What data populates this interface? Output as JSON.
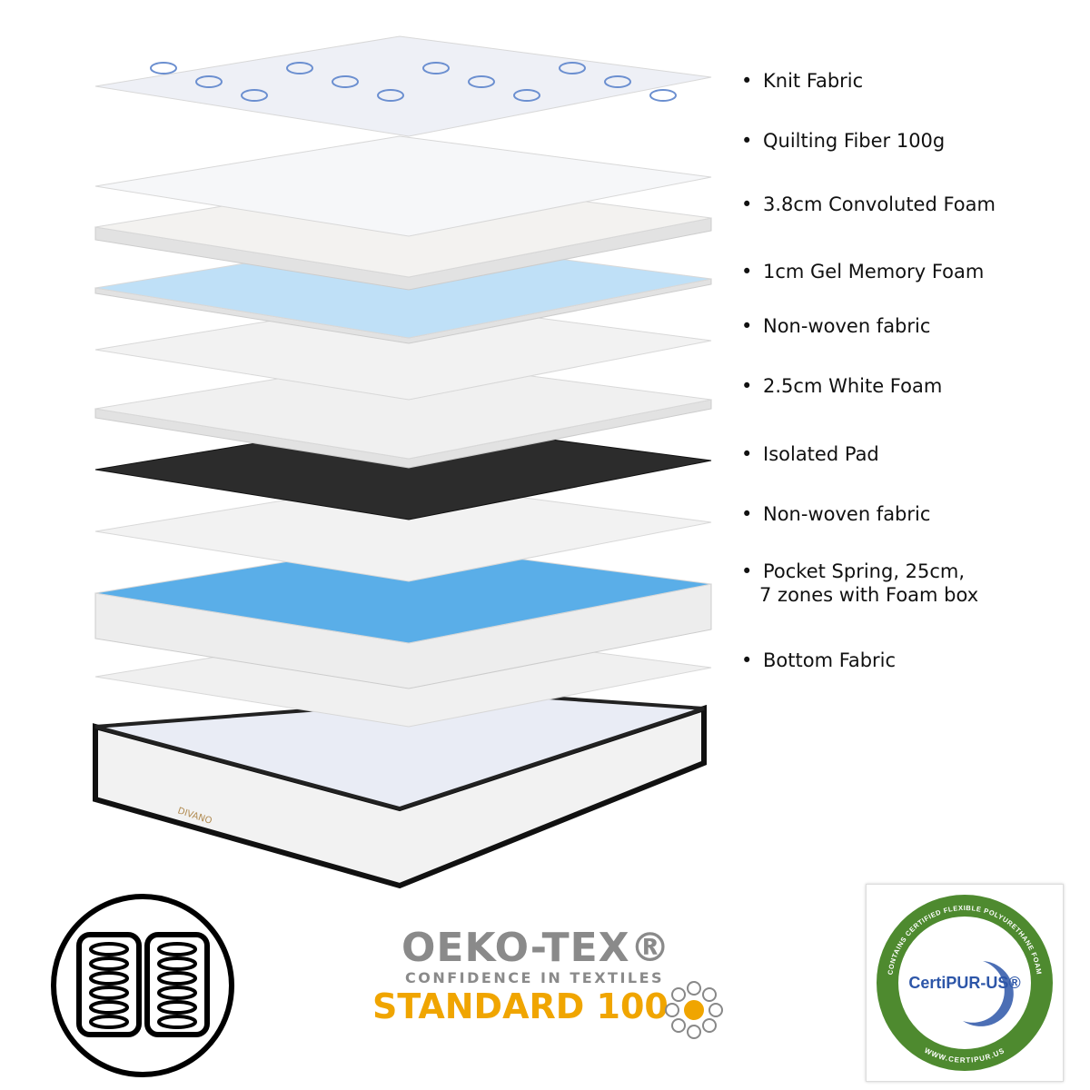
{
  "layers": [
    {
      "name": "Knit Fabric",
      "color": "#eef0f6"
    },
    {
      "name": "Quilting Fiber 100g",
      "color": "#f6f7f9"
    },
    {
      "name": "3.8cm Convoluted Foam",
      "color": "#f3f2f0"
    },
    {
      "name": "1cm Gel Memory Foam",
      "color": "#bfe0f7"
    },
    {
      "name": "Non-woven fabric",
      "color": "#f2f2f2"
    },
    {
      "name": "2.5cm White Foam",
      "color": "#f0f0f0"
    },
    {
      "name": "Isolated Pad",
      "color": "#2c2c2c"
    },
    {
      "name": "Non-woven fabric",
      "color": "#f2f2f2"
    },
    {
      "name": "Pocket Spring, 25cm,\n7 zones with Foam box",
      "color": "#5aaee8"
    },
    {
      "name": "Bottom Fabric",
      "color": "#f0f0f0"
    }
  ],
  "bullet": "•",
  "brand": "DIVANO",
  "oeko": {
    "title": "OEKO-TEX®",
    "subtitle": "CONFIDENCE IN TEXTILES",
    "standard": "STANDARD 100"
  },
  "certipur": {
    "name": "CertiPUR-US®",
    "ring_top": "CONTAINS CERTIFIED FLEXIBLE POLYURETHANE FOAM",
    "ring_bottom": "WWW.CERTIPUR.US",
    "green": "#4e8a2f",
    "blue": "#2d56a8"
  },
  "icons": [
    "pocket-spring-icon",
    "oeko-tex-logo",
    "certipur-us-logo"
  ]
}
